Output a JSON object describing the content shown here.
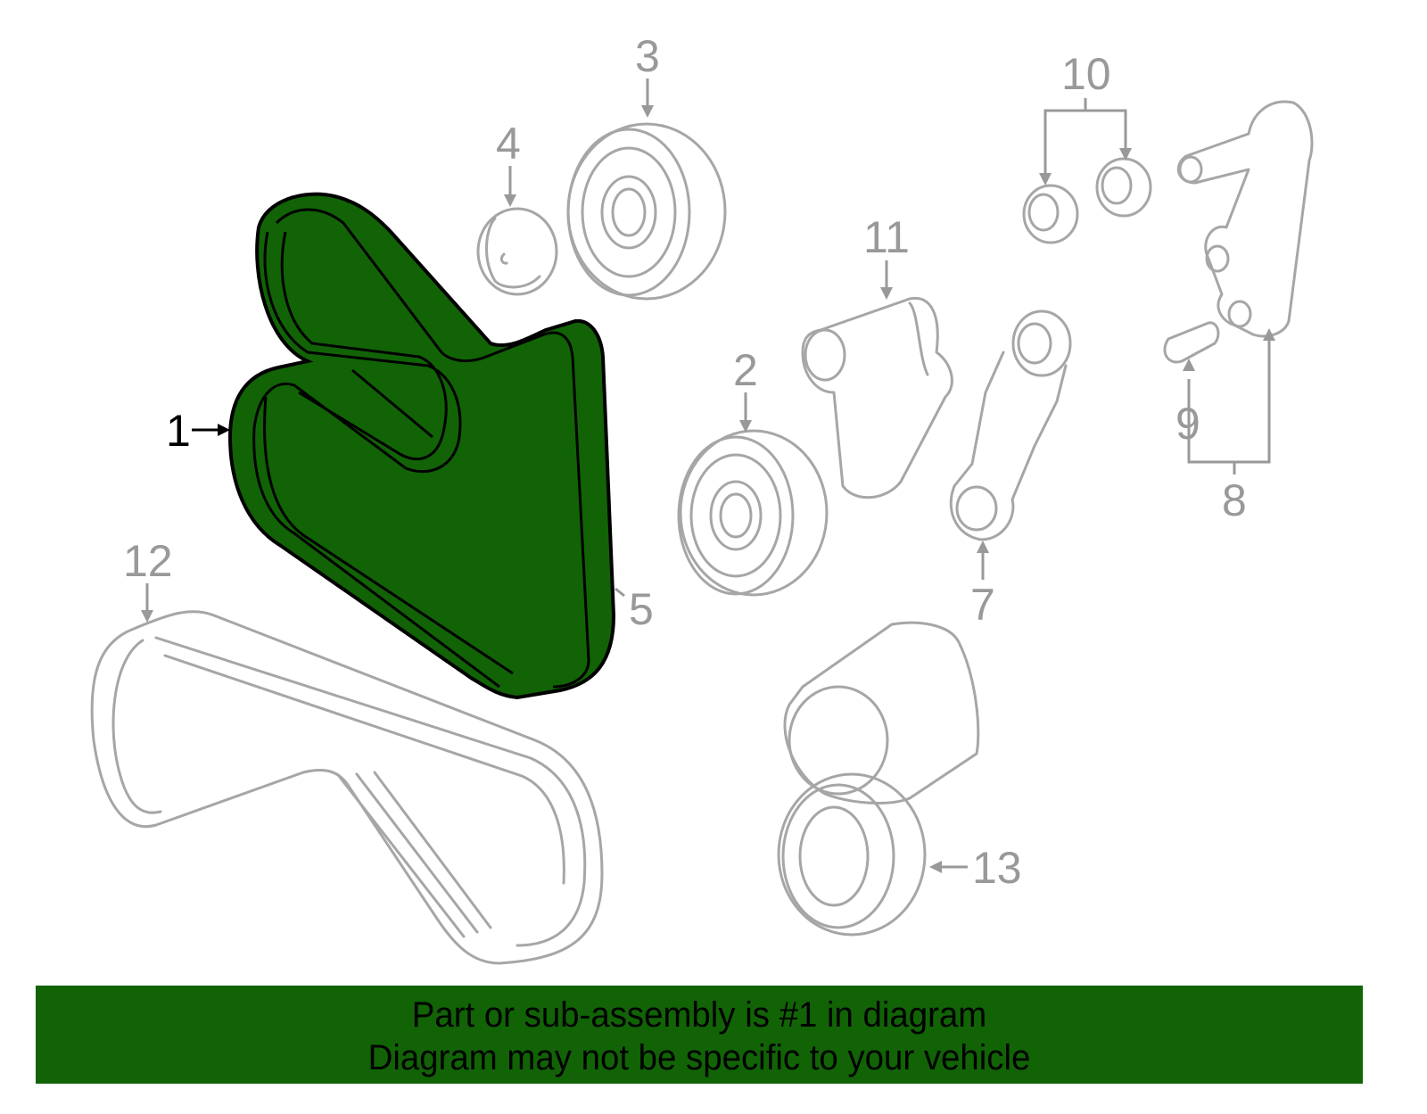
{
  "diagram": {
    "highlight_color": "#116306",
    "callouts": [
      {
        "id": "1",
        "label": "1"
      },
      {
        "id": "2",
        "label": "2"
      },
      {
        "id": "3",
        "label": "3"
      },
      {
        "id": "4",
        "label": "4"
      },
      {
        "id": "5",
        "label": "5"
      },
      {
        "id": "7",
        "label": "7"
      },
      {
        "id": "8",
        "label": "8"
      },
      {
        "id": "9",
        "label": "9"
      },
      {
        "id": "10",
        "label": "10"
      },
      {
        "id": "11",
        "label": "11"
      },
      {
        "id": "12",
        "label": "12"
      },
      {
        "id": "13",
        "label": "13"
      }
    ]
  },
  "banner": {
    "line1": "Part or sub-assembly is #1 in diagram",
    "line2": "Diagram may not be specific to your vehicle"
  }
}
